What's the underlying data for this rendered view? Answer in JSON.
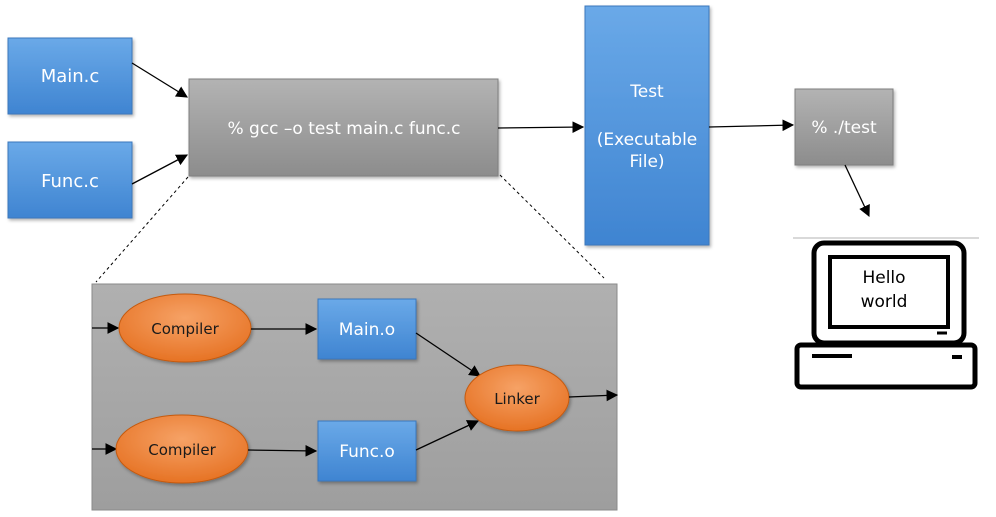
{
  "sources": {
    "main": "Main.c",
    "func": "Func.c"
  },
  "command": {
    "build": "% gcc –o test main.c func.c",
    "run": "% ./test"
  },
  "executable": {
    "name": "Test",
    "desc_line1": "(Executable",
    "desc_line2": "File)"
  },
  "detail": {
    "compiler_top": "Compiler",
    "compiler_bottom": "Compiler",
    "object_main": "Main.o",
    "object_func": "Func.o",
    "linker": "Linker"
  },
  "screen": {
    "line1": "Hello",
    "line2": "world"
  },
  "colors": {
    "blue_box": "#4a8fd6",
    "gray_box": "#9a9a9a",
    "orange_node": "#ed7d31",
    "panel": "#a6a6a6"
  }
}
